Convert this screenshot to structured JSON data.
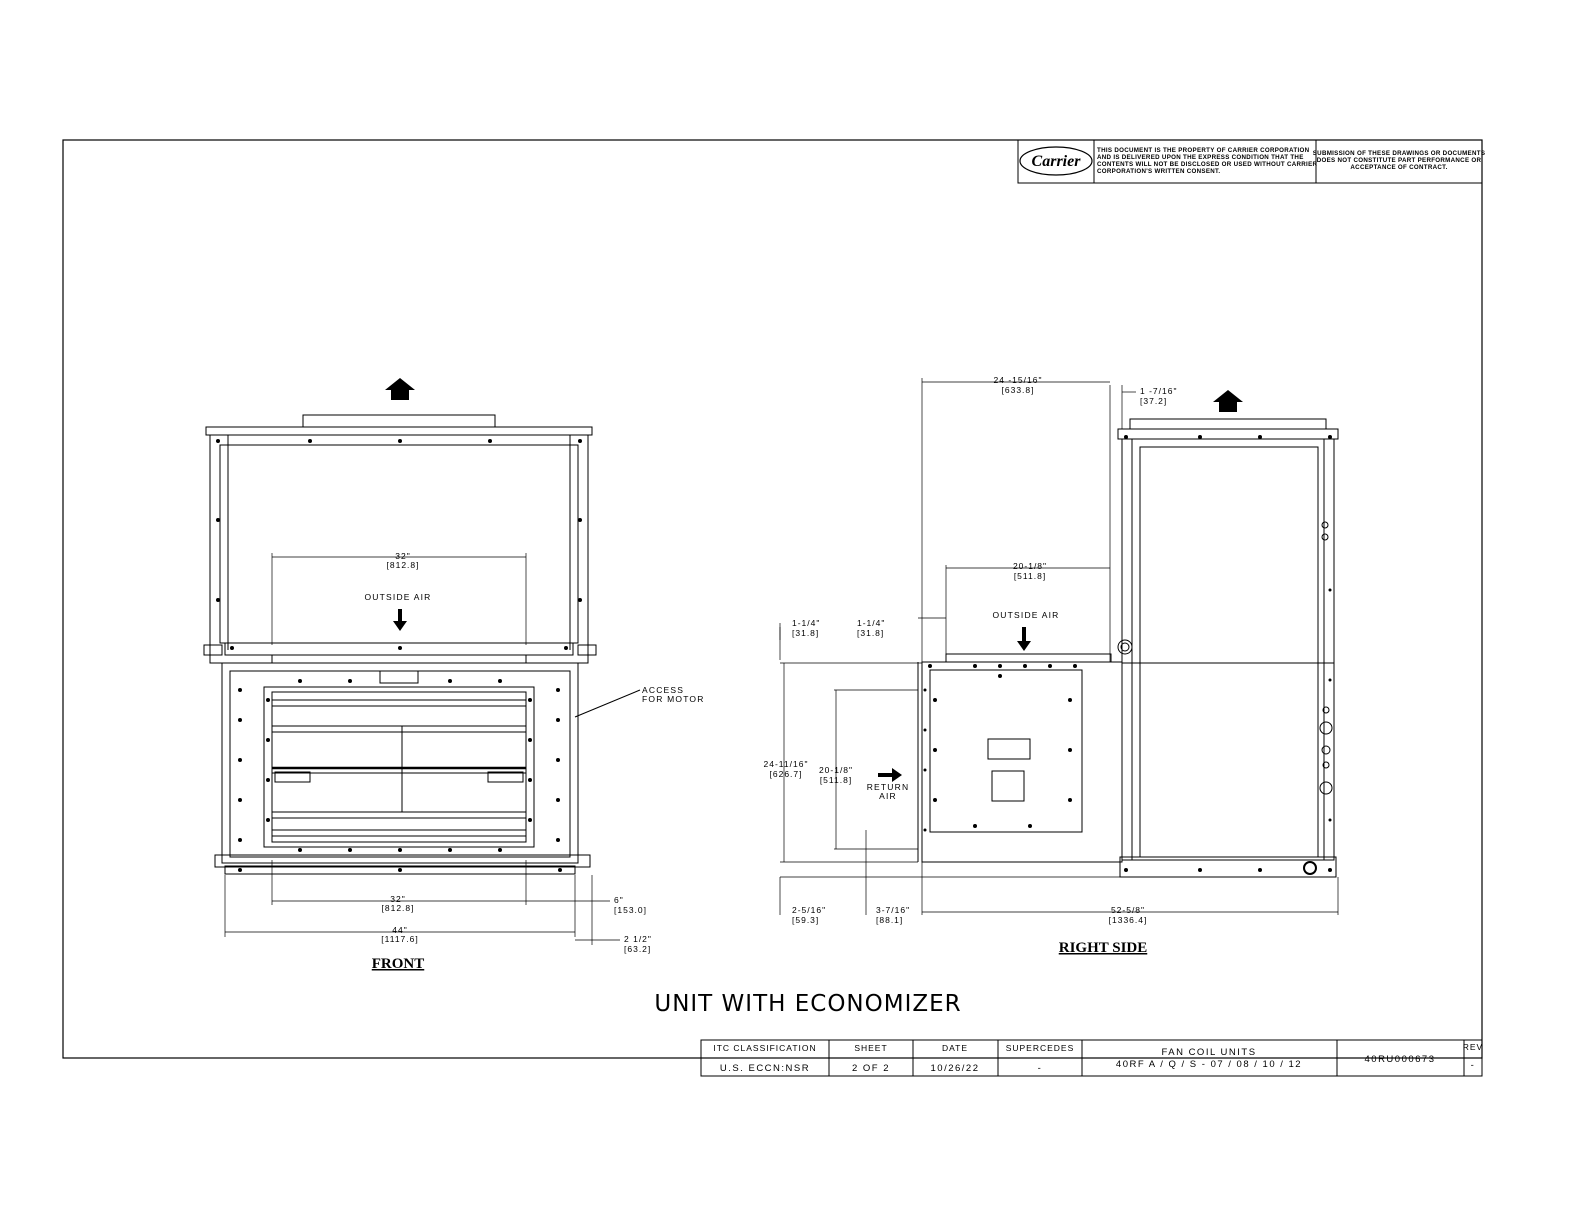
{
  "header": {
    "logo": "Carrier",
    "notice_lines": [
      "THIS DOCUMENT IS THE PROPERTY OF CARRIER CORPORATION",
      "AND IS DELIVERED UPON THE EXPRESS CONDITION THAT THE",
      "CONTENTS WILL NOT BE DISCLOSED OR USED WITHOUT CARRIER",
      "CORPORATION'S WRITTEN CONSENT."
    ],
    "submission_lines": [
      "SUBMISSION OF THESE DRAWINGS OR DOCUMENTS",
      "DOES NOT CONSTITUTE PART PERFORMANCE OR",
      "ACCEPTANCE OF CONTRACT."
    ]
  },
  "front_view": {
    "title": "FRONT",
    "outside_air_label": "OUTSIDE AIR",
    "access_label_1": "ACCESS",
    "access_label_2": "FOR MOTOR",
    "dims": {
      "top_width": "32\"",
      "top_width_mm": "[812.8]",
      "bottom_width": "32\"",
      "bottom_width_mm": "[812.8]",
      "overall_width": "44\"",
      "overall_width_mm": "[1117.6]",
      "side_offset": "6\"",
      "side_offset_mm": "[153.0]",
      "edge_offset": "2 1/2\"",
      "edge_offset_mm": "[63.2]"
    }
  },
  "side_view": {
    "title": "RIGHT SIDE",
    "outside_air_label": "OUTSIDE AIR",
    "return_air_1": "RETURN",
    "return_air_2": "AIR",
    "dims": {
      "top_width": "24 -15/16\"",
      "top_width_mm": "[633.8]",
      "top_offset": "1 -7/16\"",
      "top_offset_mm": "[37.2]",
      "opening_width": "20-1/8\"",
      "opening_width_mm": "[511.8]",
      "left_offset_a": "1-1/4\"",
      "left_offset_a_mm": "[31.8]",
      "left_offset_b": "1-1/4\"",
      "left_offset_b_mm": "[31.8]",
      "overall_height": "24-11/16\"",
      "overall_height_mm": "[626.7]",
      "opening_height": "20-1/8\"",
      "opening_height_mm": "[511.8]",
      "bottom_a": "2-5/16\"",
      "bottom_a_mm": "[59.3]",
      "bottom_b": "3-7/16\"",
      "bottom_b_mm": "[88.1]",
      "overall_depth": "52-5/8\"",
      "overall_depth_mm": "[1336.4]"
    }
  },
  "main_title": "UNIT WITH ECONOMIZER",
  "title_block": {
    "itc_head": "ITC CLASSIFICATION",
    "itc_val": "U.S. ECCN:NSR",
    "sheet_head": "SHEET",
    "sheet_val": "2 OF 2",
    "date_head": "DATE",
    "date_val": "10/26/22",
    "supersedes_head": "SUPERCEDES",
    "supersedes_val": "-",
    "desc_1": "FAN COIL UNITS",
    "desc_2": "40RF A / Q / S - 07 / 08 / 10 / 12",
    "dwg_no": "40RU000673",
    "rev_head": "REV",
    "rev_val": "-"
  }
}
